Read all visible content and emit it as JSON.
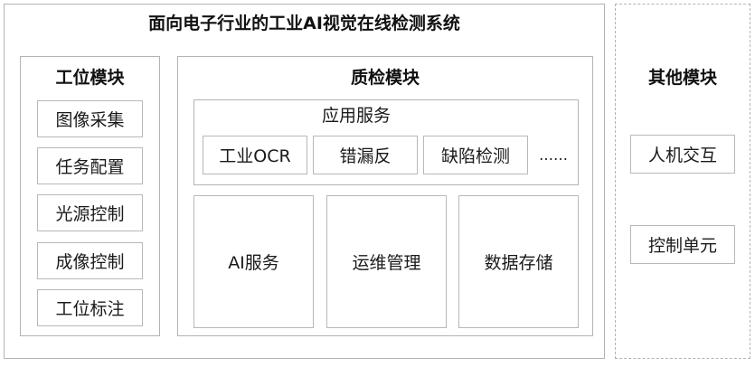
{
  "title": "面向电子行业的工业AI视觉在线检测系统",
  "station_module": {
    "heading": "工位模块",
    "items": [
      "图像采集",
      "任务配置",
      "光源控制",
      "成像控制",
      "工位标注"
    ]
  },
  "qc_module": {
    "heading": "质检模块",
    "app_service": {
      "label": "应用服务",
      "items": [
        "工业OCR",
        "错漏反",
        "缺陷检测"
      ],
      "ellipsis": "……"
    },
    "services": [
      "AI服务",
      "运维管理",
      "数据存储"
    ]
  },
  "other_module": {
    "heading": "其他模块",
    "items": [
      "人机交互",
      "控制单元"
    ]
  }
}
